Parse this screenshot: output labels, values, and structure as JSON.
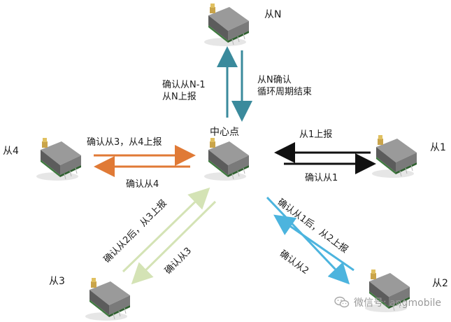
{
  "nodes": {
    "center": "中心点",
    "slave_n": "从N",
    "slave_1": "从1",
    "slave_2": "从2",
    "slave_3": "从3",
    "slave_4": "从4"
  },
  "edges": {
    "n_up_line1": "确认从N-1",
    "n_up_line2": "从N上报",
    "n_down_line1": "从N确认",
    "n_down_line2": "循环周期结束",
    "s1_to_center": "从1上报",
    "center_to_s1": "确认从1",
    "s4_to_center": "确认从3，从4上报",
    "center_to_s4": "确认从4",
    "s3_to_center": "确认从2后，从3上报",
    "center_to_s3": "确认从3",
    "s2_to_center": "确认从1后，从2上报",
    "center_to_s2": "确认从2"
  },
  "colors": {
    "teal": "#3a8a9c",
    "black": "#111111",
    "orange": "#e07a36",
    "light_green": "#d4e3b5",
    "blue": "#4cb4de"
  },
  "watermark": "微信号: angmobile"
}
